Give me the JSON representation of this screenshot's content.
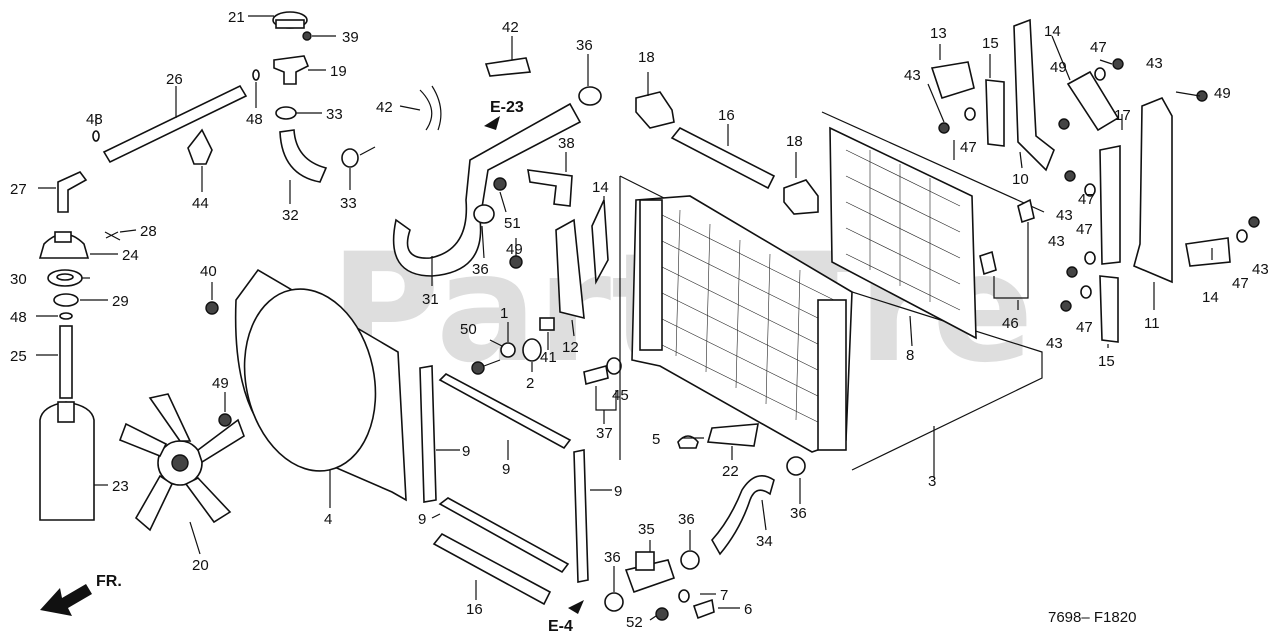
{
  "watermark": "PartsTre",
  "figure_code": "7698– F1820",
  "direction_label": "FR.",
  "refs": {
    "e23": "E-23",
    "e4": "E-4"
  },
  "part_labels": {
    "p1": "1",
    "p2": "2",
    "p3": "3",
    "p4": "4",
    "p5": "5",
    "p6": "6",
    "p7": "7",
    "p8": "8",
    "p9a": "9",
    "p9b": "9",
    "p9c": "9",
    "p9d": "9",
    "p10": "10",
    "p11": "11",
    "p12": "12",
    "p13": "13",
    "p14a": "14",
    "p14b": "14",
    "p14c": "14",
    "p15a": "15",
    "p15b": "15",
    "p16a": "16",
    "p16b": "16",
    "p17": "17",
    "p18a": "18",
    "p18b": "18",
    "p19": "19",
    "p20": "20",
    "p21": "21",
    "p22": "22",
    "p23": "23",
    "p24": "24",
    "p25": "25",
    "p26": "26",
    "p27": "27",
    "p28": "28",
    "p29": "29",
    "p30": "30",
    "p31": "31",
    "p32": "32",
    "p33a": "33",
    "p33b": "33",
    "p34": "34",
    "p35": "35",
    "p36a": "36",
    "p36b": "36",
    "p36c": "36",
    "p36d": "36",
    "p36e": "36",
    "p37": "37",
    "p38": "38",
    "p39": "39",
    "p40": "40",
    "p41": "41",
    "p42a": "42",
    "p42b": "42",
    "p43a": "43",
    "p43b": "43",
    "p43c": "43",
    "p43d": "43",
    "p43e": "43",
    "p43f": "43",
    "p44": "44",
    "p45": "45",
    "p46": "46",
    "p47a": "47",
    "p47b": "47",
    "p47c": "47",
    "p47d": "47",
    "p47e": "47",
    "p47f": "47",
    "p48a": "48",
    "p48b": "48",
    "p48c": "48",
    "p49a": "49",
    "p49b": "49",
    "p49c": "49",
    "p49d": "49",
    "p50": "50",
    "p51": "51",
    "p52": "52"
  }
}
